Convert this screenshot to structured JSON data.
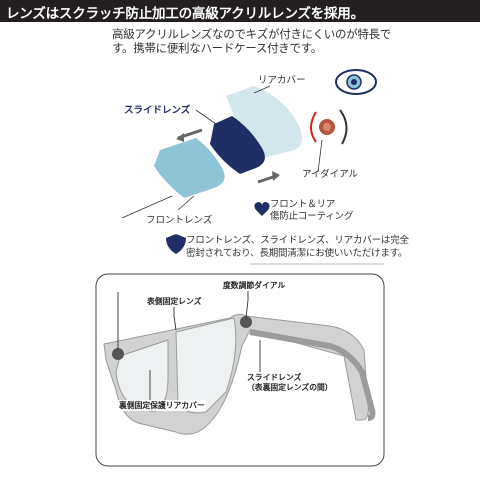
{
  "header": {
    "title": "レンズはスクラッチ防止加工の高級アクリルレンズを採用。"
  },
  "description": {
    "line1": "高級アクリルレンズなのでキズが付きにくいのが特長で",
    "line2": "す。携帯に便利なハードケース付きです。"
  },
  "exploded": {
    "rear_cover": "リアカバー",
    "slide_lens": "スライドレンズ",
    "eye_dial": "アイダイアル",
    "front_lens": "フロントレンズ",
    "coating_line1": "フロント＆リア",
    "coating_line2": "傷防止コーティング"
  },
  "note": {
    "line1": "フロントレンズ、スライドレンズ、リアカバーは完全",
    "line2": "密封されており、長期間清潔にお使いいただけます。"
  },
  "glasses": {
    "diopter_dial": "度数調節ダイアル",
    "front_fixed_lens": "表側固定レンズ",
    "slide_lens_line1": "スライドレンズ",
    "slide_lens_line2": "（表裏固定レンズの間）",
    "back_cover": "裏側固定保護リアカバー"
  },
  "colors": {
    "header_bg": "#231f20",
    "slide_lens": "#1f2f66",
    "front_lens": "#8fc3d6",
    "rear_cover": "#cfe4ea",
    "dial": "#b5533b",
    "frame": "#d2d2d2"
  }
}
